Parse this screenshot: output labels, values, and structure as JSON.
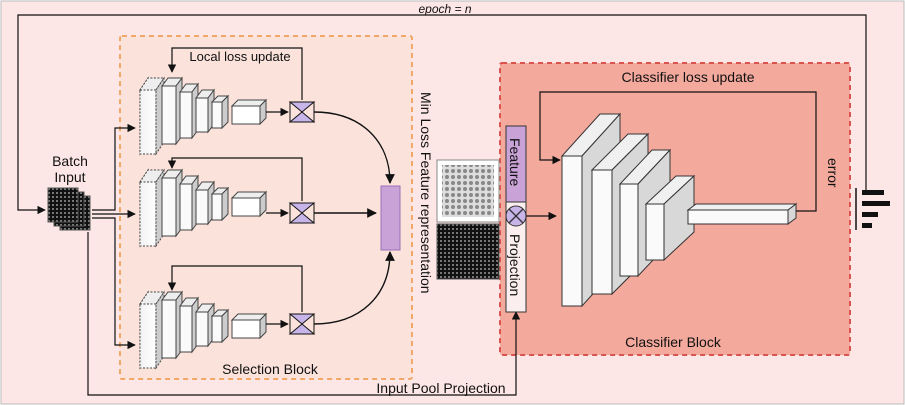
{
  "labels": {
    "epoch": "epoch = n",
    "local_loss_update": "Local loss update",
    "batch_input_line1": "Batch",
    "batch_input_line2": "Input",
    "min_loss_feature": "Min Loss Feature representation",
    "feature_word": "Feature",
    "projection_word": "Projection",
    "selection_block": "Selection Block",
    "classifier_loss_update": "Classifier loss update",
    "classifier_block": "Classifier Block",
    "input_pool_projection": "Input Pool Projection",
    "error": "error"
  },
  "colors": {
    "outer_background": "#fde6e6",
    "selection_block_fill": "#fbe3dc",
    "selection_block_border": "#f0a869",
    "classifier_block_fill": "#f4a99d",
    "classifier_block_border": "#d9534f",
    "feature_bar": "#c9a3d8",
    "feature_bar_border": "#9b6fb3",
    "valve": "#c7b4e8"
  }
}
